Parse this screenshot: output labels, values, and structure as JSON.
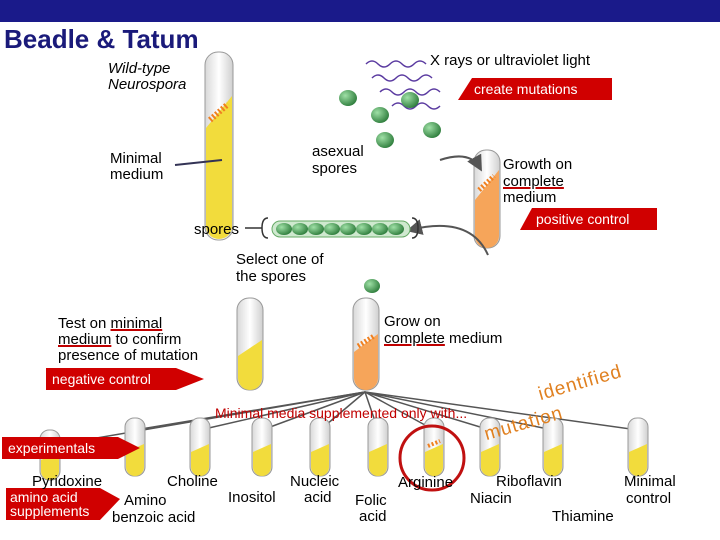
{
  "title": "Beadle & Tatum",
  "labels": {
    "wild_type_1": "Wild-type",
    "wild_type_2": "Neurospora",
    "xrays": "X rays or ultraviolet light",
    "create_mutations": "create mutations",
    "minimal_medium_1": "Minimal",
    "minimal_medium_2": "medium",
    "asexual_1": "asexual",
    "asexual_2": "spores",
    "growth_1": "Growth on",
    "growth_2": "complete",
    "growth_3": "medium",
    "positive_control": "positive control",
    "spores": "spores",
    "select_1": "Select one of",
    "select_2": "the spores",
    "grow_on_1": "Grow on",
    "grow_on_2": "complete",
    "grow_on_3": "medium",
    "test_1a": "Test on ",
    "test_1b": "minimal",
    "test_2a": "medium",
    "test_2b": " to confirm",
    "test_3": "presence of mutation",
    "negative_control": "negative control",
    "minimal_supplemented": "Minimal media supplemented only with...",
    "identified": "identified",
    "mutation": "mutation",
    "experimentals": "experimentals",
    "amino_acid": "amino acid",
    "supplements": "supplements"
  },
  "supplements": {
    "pyridoxine": "Pyridoxine",
    "amino_1": "Amino",
    "amino_2": "benzoic acid",
    "choline": "Choline",
    "inositol": "Inositol",
    "nucleic_1": "Nucleic",
    "nucleic_2": "acid",
    "folic_1": "Folic",
    "folic_2": "acid",
    "arginine": "Arginine",
    "riboflavin": "Riboflavin",
    "niacin": "Niacin",
    "minimal_1": "Minimal",
    "minimal_2": "control",
    "thiamine": "Thiamine"
  },
  "colors": {
    "title": "#1a1a7a",
    "banner_red": "#d00000",
    "medium_yellow": "#f2dc3c",
    "medium_orange": "#f6a55a",
    "spore_green": "#3f9a4f",
    "circle_red": "#c01010",
    "uv_purple": "#5a3aa0"
  }
}
